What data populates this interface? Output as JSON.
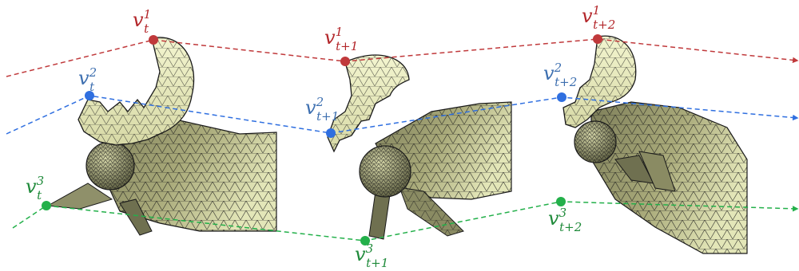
{
  "colors": {
    "v1": "#c0393b",
    "v2": "#2f6fe0",
    "v3": "#23b04a",
    "v1_label": "#b3262a",
    "v2_label": "#3d6fb0",
    "v3_label": "#1f8a3a",
    "mesh_light": "#f0f2c6",
    "mesh_mid": "#b9b98a",
    "mesh_dark": "#7e7f5a",
    "mesh_line": "#1a1a1a"
  },
  "frames": [
    {
      "name": "frame-t",
      "points": {
        "v1": {
          "base": "v",
          "sup": "1",
          "sub": "t"
        },
        "v2": {
          "base": "v",
          "sup": "2",
          "sub": "t"
        },
        "v3": {
          "base": "v",
          "sup": "3",
          "sub": "t"
        }
      }
    },
    {
      "name": "frame-t-plus-1",
      "points": {
        "v1": {
          "base": "v",
          "sup": "1",
          "sub": "t+1"
        },
        "v2": {
          "base": "v",
          "sup": "2",
          "sub": "t+1"
        },
        "v3": {
          "base": "v",
          "sup": "3",
          "sub": "t+1"
        }
      }
    },
    {
      "name": "frame-t-plus-2",
      "points": {
        "v1": {
          "base": "v",
          "sup": "1",
          "sub": "t+2"
        },
        "v2": {
          "base": "v",
          "sup": "2",
          "sub": "t+2"
        },
        "v3": {
          "base": "v",
          "sup": "3",
          "sub": "t+2"
        }
      }
    }
  ]
}
